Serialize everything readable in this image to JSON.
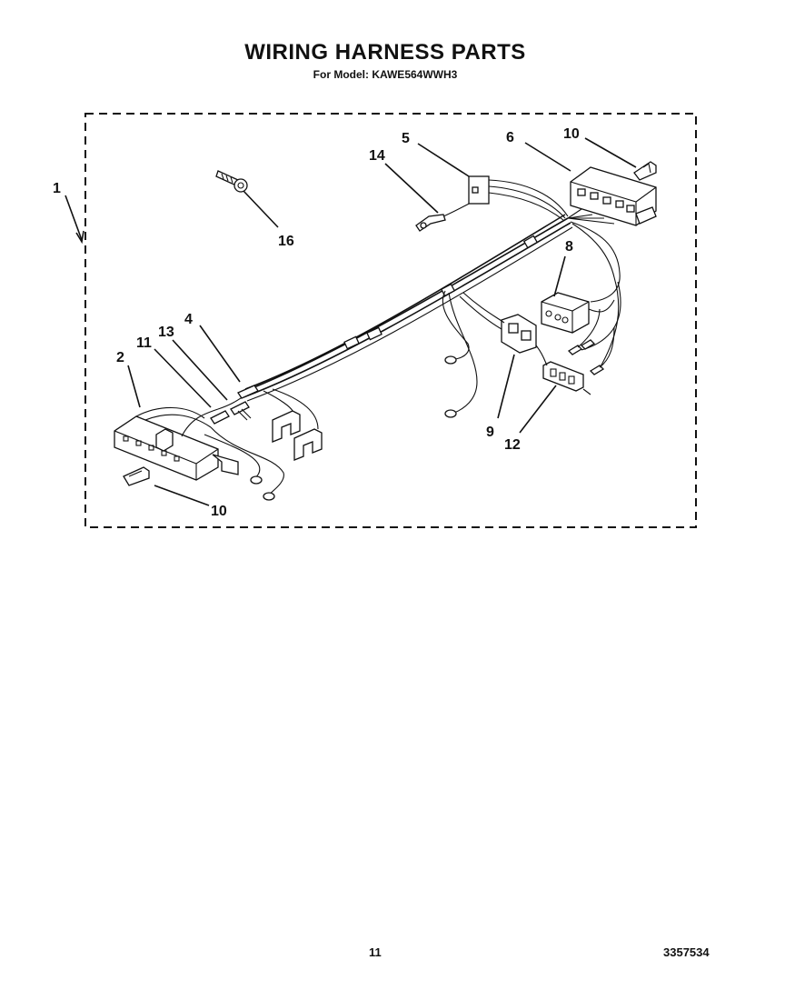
{
  "header": {
    "title": "WIRING HARNESS PARTS",
    "subtitle": "For Model: KAWE564WWH3"
  },
  "footer": {
    "page_number": "11",
    "document_number": "3357534"
  },
  "callouts": {
    "c1": "1",
    "c2": "2",
    "c4": "4",
    "c5": "5",
    "c6": "6",
    "c8": "8",
    "c9": "9",
    "c10_top": "10",
    "c10_bottom": "10",
    "c11": "11",
    "c12": "12",
    "c13": "13",
    "c14": "14",
    "c16": "16"
  }
}
